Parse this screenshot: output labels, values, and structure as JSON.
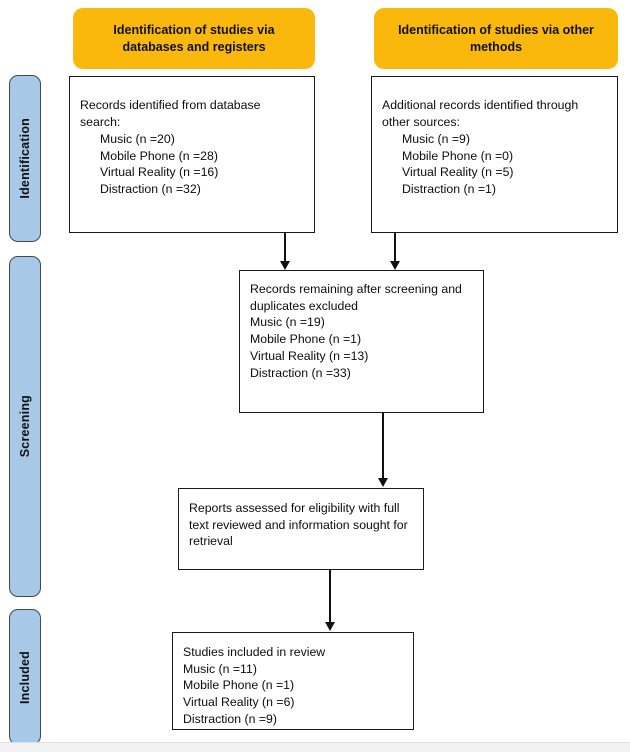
{
  "diagram": {
    "title": "PRISMA flow diagram",
    "colors": {
      "stage_bar_fill": "#a8c8e8",
      "stage_bar_border": "#3c4a5a",
      "banner_fill": "#f9b80b",
      "box_border": "#1b1b1b",
      "box_fill": "#ffffff",
      "connector": "#111111",
      "text": "#0c0c0c"
    }
  },
  "stages": [
    {
      "id": "identification",
      "label": "Identification"
    },
    {
      "id": "screening",
      "label": "Screening"
    },
    {
      "id": "included",
      "label": "Included"
    }
  ],
  "banners": [
    {
      "id": "databases",
      "label": "Identification of studies via databases and registers"
    },
    {
      "id": "other",
      "label": "Identification of studies via other methods"
    }
  ],
  "boxes": {
    "db_records": {
      "heading": "Records identified from database search:",
      "items": [
        "Music (n =20)",
        "Mobile Phone (n =28)",
        "Virtual Reality (n =16)",
        "Distraction (n =32)"
      ]
    },
    "other_records": {
      "heading": "Additional records identified through other sources:",
      "items": [
        "Music (n =9)",
        "Mobile Phone (n =0)",
        "Virtual Reality (n =5)",
        "Distraction (n =1)"
      ]
    },
    "remaining": {
      "heading": "Records remaining after screening and duplicates excluded",
      "items": [
        "Music (n =19)",
        "Mobile Phone (n =1)",
        "Virtual Reality (n =13)",
        "Distraction (n =33)"
      ]
    },
    "eligibility": {
      "heading": "Reports assessed for eligibility with full text reviewed and information sought for retrieval",
      "items": []
    },
    "included": {
      "heading": "Studies included in review",
      "items": [
        "Music (n =11)",
        "Mobile Phone (n =1)",
        "Virtual Reality (n =6)",
        "Distraction (n =9)"
      ]
    }
  },
  "connectors": [
    {
      "id": "db-records-to-remaining",
      "from": "db_records",
      "to": "remaining",
      "direction": "down"
    },
    {
      "id": "other-records-to-remaining",
      "from": "other_records",
      "to": "remaining",
      "direction": "down"
    },
    {
      "id": "remaining-to-eligibility",
      "from": "remaining",
      "to": "eligibility",
      "direction": "down"
    },
    {
      "id": "eligibility-to-included",
      "from": "eligibility",
      "to": "included",
      "direction": "down"
    }
  ]
}
